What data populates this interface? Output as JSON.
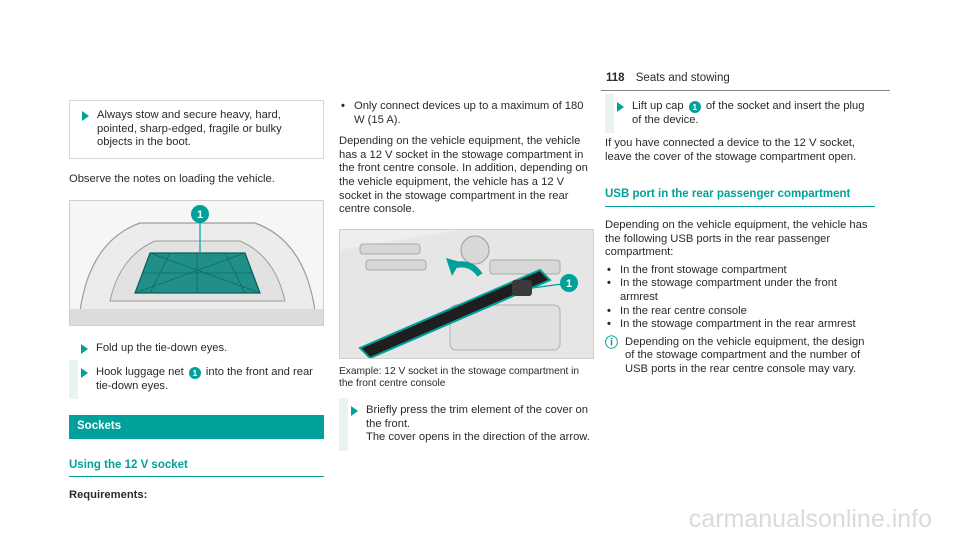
{
  "header": {
    "page_number": "118",
    "title": "Seats and stowing"
  },
  "col1": {
    "safety_step": "Always stow and secure heavy, hard, pointed, sharp-edged, fragile or bulky objects in the boot.",
    "observe_note": "Observe the notes on loading the vehicle.",
    "image1_callout": "1",
    "step_fold": "Fold up the tie-down eyes.",
    "step_hook_before": "Hook luggage net",
    "step_hook_badge": "1",
    "step_hook_after": "into the front and rear tie-down eyes.",
    "section_heading": "Sockets",
    "subheading": "Using the 12 V socket",
    "requirements": "Requirements:"
  },
  "col2": {
    "bullet_connect": "Only connect devices up to a maximum of 180 W (15 A).",
    "para_depending": "Depending on the vehicle equipment, the vehicle has a 12 V socket in the stowage compartment in the front centre console. In addition, depending on the vehicle equipment, the vehicle has a 12 V socket in the stowage compartment in the rear centre console.",
    "image2_callout": "1",
    "caption": "Example: 12 V socket in the stowage compartment in the front centre console",
    "step_press_1": "Briefly press the trim element of the cover on the front.",
    "step_press_2": "The cover opens in the direction of the arrow."
  },
  "col3": {
    "step_lift_before": "Lift up cap",
    "step_lift_badge": "1",
    "step_lift_after": "of the socket and insert the plug of the device.",
    "para_connected": "If you have connected a device to the 12 V socket, leave the cover of the stowage compartment open.",
    "usb_heading": "USB port in the rear passenger compartment",
    "usb_intro": "Depending on the vehicle equipment, the vehicle has the following USB ports in the rear passenger compartment:",
    "usb_items": [
      "In the front stowage compartment",
      "In the stowage compartment under the front armrest",
      "In the rear centre console",
      "In the stowage compartment in the rear armrest"
    ],
    "note": "Depending on the vehicle equipment, the design of the stowage compartment and the number of USB ports in the rear centre console may vary."
  },
  "watermark": "carmanualsonline.info",
  "colors": {
    "accent": "#00a19a",
    "text": "#2a2a2a"
  }
}
